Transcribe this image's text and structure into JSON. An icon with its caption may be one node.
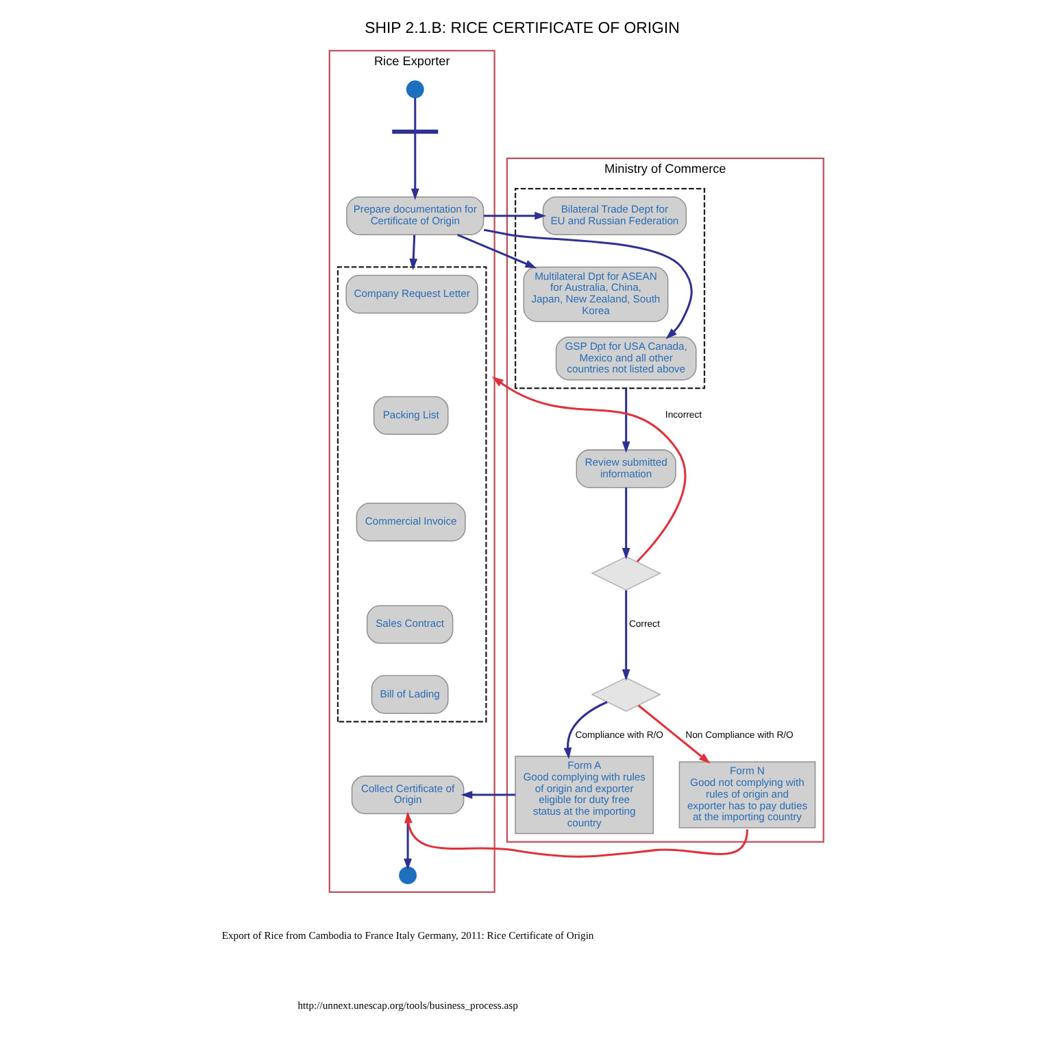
{
  "diagram": {
    "title": "SHIP 2.1.B: RICE CERTIFICATE OF ORIGIN",
    "caption": "Export of Rice from Cambodia to France Italy Germany, 2011: Rice Certificate of Origin",
    "nodes": [
      {
        "text": [
          "Rice Exporter"
        ]
      },
      {
        "text": [
          "Ministry of Commerce"
        ]
      },
      {
        "text": [],
        "shape": "circle",
        "in": 0
      },
      {
        "text": [],
        "shape": "bar",
        "in": 0
      },
      {
        "text": [
          "Prepare documentation for Certificate of Origin"
        ],
        "in": 0
      },
      {
        "text": [],
        "shape": "box",
        "in": 0
      },
      {
        "text": [
          "Company Request Letter"
        ],
        "in": 5
      },
      {
        "text": [
          "Packing List"
        ],
        "in": 5
      },
      {
        "text": [
          "Commercial Invoice"
        ],
        "in": 5
      },
      {
        "text": [
          "Sales Contract"
        ],
        "in": 5
      },
      {
        "text": [
          "Bill of Lading"
        ],
        "in": 5
      },
      {
        "text": [
          "Collect Certificate of Origin"
        ],
        "in": 0
      },
      {
        "text": [],
        "shape": "circle",
        "in": 0
      },
      {
        "text": [],
        "shape": "box",
        "in": 1
      },
      {
        "text": [
          "Multilateral Dpt for ASEAN for Australia, China, Japan, New Zealand, South Korea"
        ],
        "in": 13
      },
      {
        "text": [
          "Bilateral Trade Dept for EU and Russian Federation"
        ],
        "in": 13
      },
      {
        "text": [
          "GSP Dpt for USA Canada, Mexico and all other countries not listed above"
        ],
        "in": 13
      },
      {
        "text": [
          "Review submitted information"
        ],
        "in": 1
      },
      {
        "text": [],
        "shape": "diamond",
        "in": 1
      },
      {
        "text": [],
        "shape": "diamond",
        "in": 1
      },
      {
        "text": [
          "Form A",
          "Good complying with rules of origin and exporter eligible for duty free status at the importing country"
        ],
        "in": 1
      },
      {
        "text": [
          "Form N",
          "Good not complying with rules of origin and exporter has to pay duties at the importing country"
        ],
        "in": 1
      }
    ],
    "edges": [
      {
        "from": 2,
        "to": 3,
        "arrow": "none"
      },
      {
        "from": 3,
        "to": 4,
        "arrow": "to"
      },
      {
        "from": 4,
        "to": 5,
        "arrow": "to"
      },
      {
        "from": 4,
        "to": 14,
        "arrow": "to"
      },
      {
        "from": 4,
        "to": 15,
        "arrow": "to"
      },
      {
        "from": 4,
        "to": 16,
        "arrow": "to"
      },
      {
        "from": 13,
        "to": 17,
        "arrow": "to"
      },
      {
        "from": 17,
        "to": 18,
        "arrow": "to"
      },
      {
        "from": 18,
        "to": 0,
        "arrow": "to",
        "label": "Incorrect",
        "color": "#e0303a"
      },
      {
        "from": 18,
        "to": 19,
        "arrow": "to",
        "label": "Correct"
      },
      {
        "from": 19,
        "to": 20,
        "arrow": "to",
        "label": "Compliance with R/O"
      },
      {
        "from": 19,
        "to": 21,
        "arrow": "to",
        "label": "Non Compliance with R/O",
        "color": "#e0303a"
      },
      {
        "from": 20,
        "to": 11,
        "arrow": "to"
      },
      {
        "from": 21,
        "to": 11,
        "arrow": "to",
        "color": "#e0303a"
      },
      {
        "from": 11,
        "to": 12,
        "arrow": "to"
      }
    ],
    "labels": [
      "http://unnext.unescap.org/tools/business_process.asp"
    ]
  }
}
